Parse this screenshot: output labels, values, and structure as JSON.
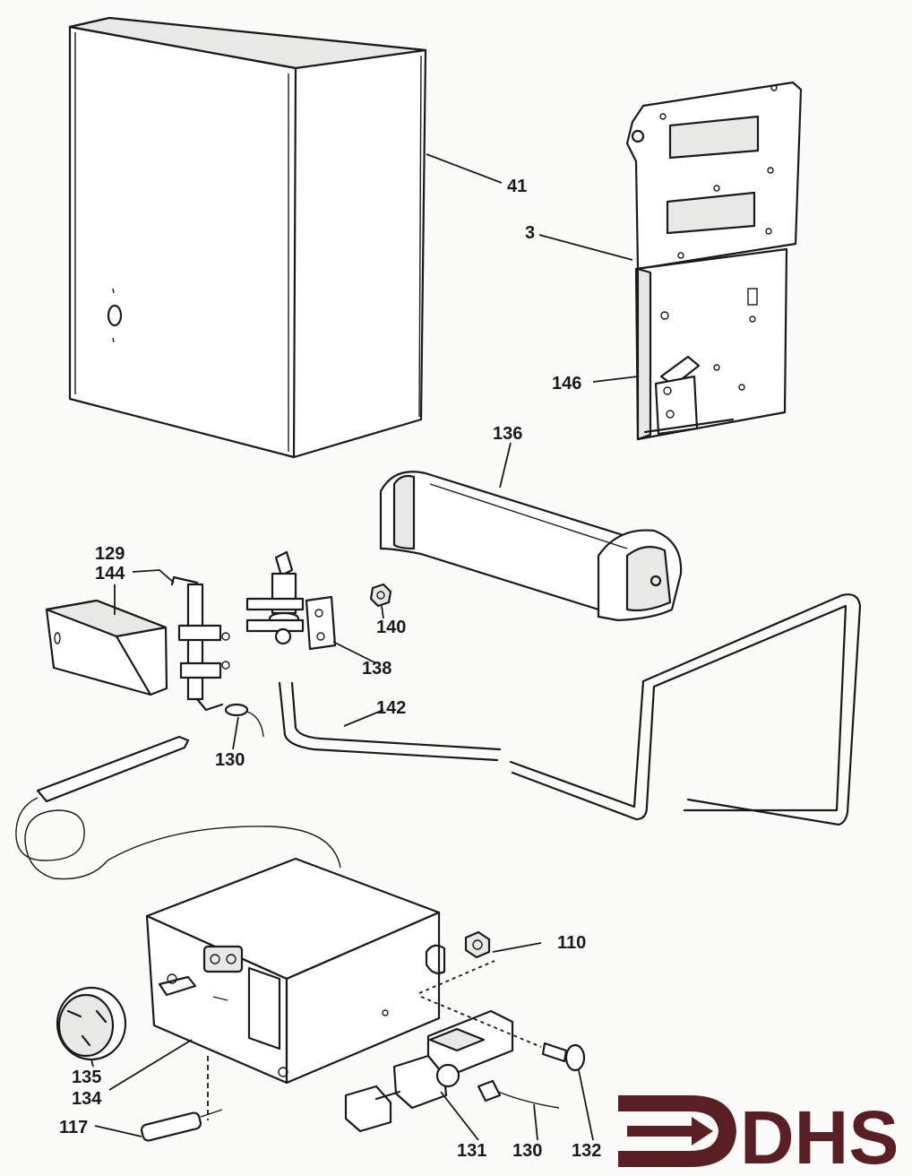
{
  "diagram": {
    "callouts": [
      {
        "id": "41",
        "text": "41"
      },
      {
        "id": "3",
        "text": "3"
      },
      {
        "id": "146",
        "text": "146"
      },
      {
        "id": "136",
        "text": "136"
      },
      {
        "id": "129",
        "text": "129"
      },
      {
        "id": "144",
        "text": "144"
      },
      {
        "id": "140",
        "text": "140"
      },
      {
        "id": "138",
        "text": "138"
      },
      {
        "id": "142",
        "text": "142"
      },
      {
        "id": "130a",
        "text": "130"
      },
      {
        "id": "110",
        "text": "110"
      },
      {
        "id": "135",
        "text": "135"
      },
      {
        "id": "134",
        "text": "134"
      },
      {
        "id": "117",
        "text": "117"
      },
      {
        "id": "131",
        "text": "131"
      },
      {
        "id": "130b",
        "text": "130"
      },
      {
        "id": "132",
        "text": "132"
      }
    ]
  },
  "logo": {
    "text": "DHS",
    "color": "#5a1f24"
  }
}
